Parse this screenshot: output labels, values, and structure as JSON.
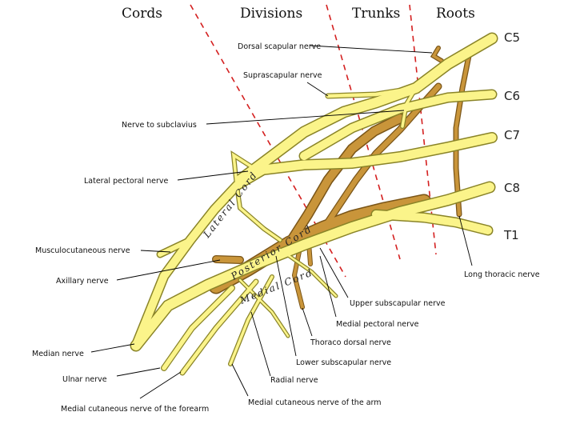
{
  "headers": {
    "cords": "Cords",
    "divisions": "Divisions",
    "trunks": "Trunks",
    "roots": "Roots"
  },
  "roots": {
    "c5": "C5",
    "c6": "C6",
    "c7": "C7",
    "c8": "C8",
    "t1": "T1"
  },
  "cords": {
    "lateral": "Lateral Cord",
    "posterior": "Posterior Cord",
    "medial": "Medial Cord"
  },
  "labels": {
    "dorsal_scapular": "Dorsal scapular nerve",
    "suprascapular": "Suprascapular nerve",
    "subclavius": "Nerve to subclavius",
    "lateral_pectoral": "Lateral pectoral nerve",
    "musculocutaneous": "Musculocutaneous nerve",
    "axillary": "Axillary nerve",
    "median": "Median nerve",
    "ulnar": "Ulnar nerve",
    "medial_cut_forearm": "Medial cutaneous nerve of the forearm",
    "medial_cut_arm": "Medial cutaneous nerve of the arm",
    "radial": "Radial nerve",
    "lower_subscapular": "Lower subscapular nerve",
    "thoracodorsal": "Thoraco dorsal nerve",
    "medial_pectoral": "Medial pectoral nerve",
    "upper_subscapular": "Upper subscapular nerve",
    "long_thoracic": "Long thoracic nerve"
  },
  "colors": {
    "anterior_division": "#fbf48a",
    "posterior_division": "#c9953a",
    "divider": "#d42020"
  }
}
